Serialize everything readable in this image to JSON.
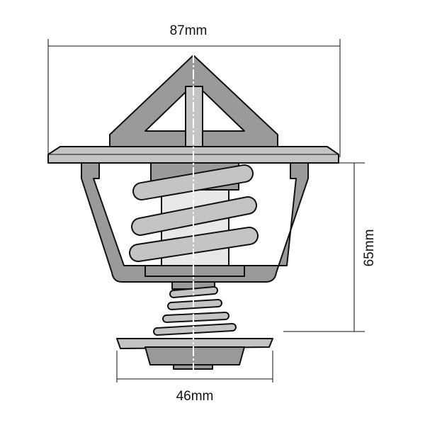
{
  "dimensions": {
    "width_label": "87mm",
    "height_label": "65mm",
    "base_label": "46mm"
  },
  "colors": {
    "dark_metal": "#9a9a9a",
    "light_metal": "#c4c4c4",
    "pale_metal": "#e8e8e8",
    "outline": "#111111"
  }
}
